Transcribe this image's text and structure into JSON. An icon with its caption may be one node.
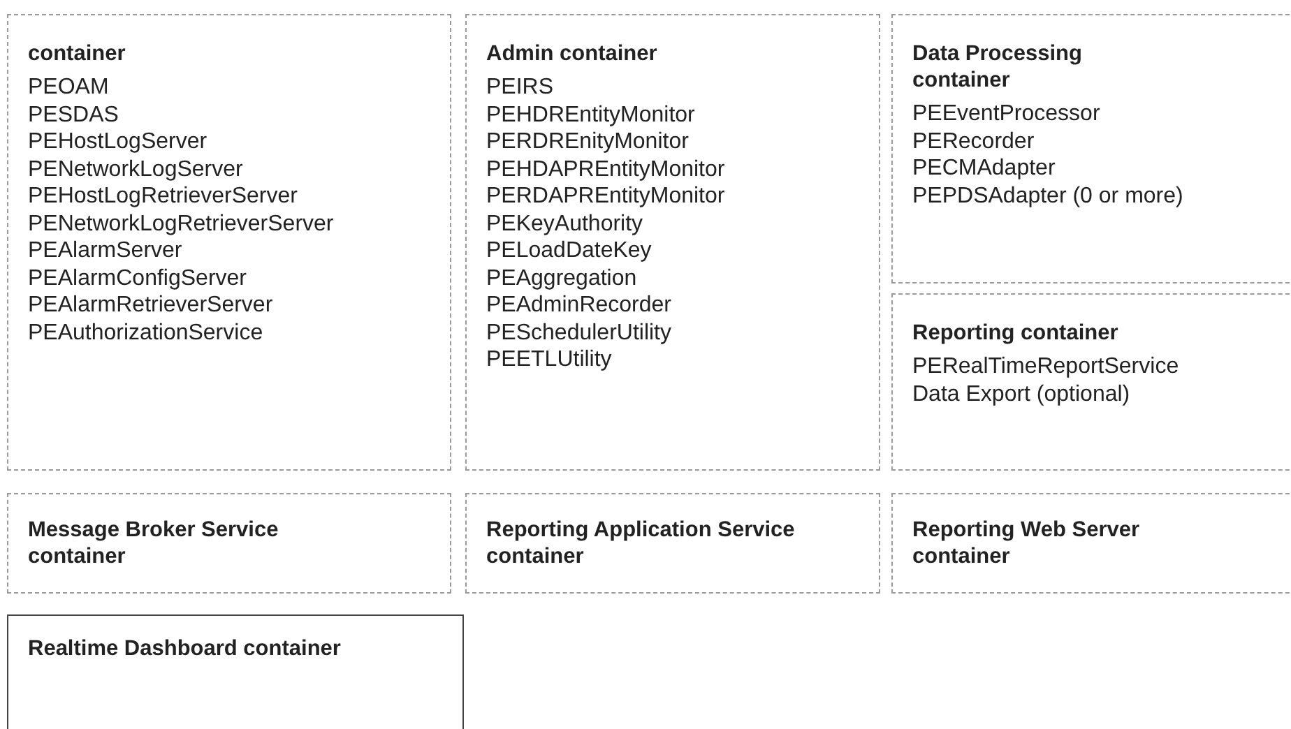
{
  "diagram": {
    "nodes": [
      {
        "text": [
          "container",
          "PEOAM",
          "PESDAS",
          "PEHostLogServer",
          "PENetworkLogServer",
          "PEHostLogRetrieverServer",
          "PENetworkLogRetrieverServer",
          "PEAlarmServer",
          "PEAlarmConfigServer",
          "PEAlarmRetrieverServer",
          "PEAuthorizationService"
        ]
      },
      {
        "text": [
          "Admin container",
          "PEIRS",
          "PEHDREntityMonitor",
          "PERDREnityMonitor",
          "PEHDAPREntityMonitor",
          "PERDAPREntityMonitor",
          "PEKeyAuthority",
          "PELoadDateKey",
          "PEAggregation",
          "PEAdminRecorder",
          "PESchedulerUtility",
          "PEETLUtility"
        ]
      },
      {
        "text": [
          "Data Processing container",
          "PEEventProcessor",
          "PERecorder",
          "PECMAdapter",
          "PEPDSAdapter (0 or more)"
        ]
      },
      {
        "text": [
          "Reporting container",
          "PERealTimeReportService",
          "Data Export (optional)"
        ]
      },
      {
        "text": [
          "Message Broker Service container"
        ]
      },
      {
        "text": [
          "Reporting Application Service container"
        ]
      },
      {
        "text": [
          "Reporting Web Server container"
        ]
      },
      {
        "text": [
          "Realtime Dashboard container"
        ]
      }
    ]
  }
}
